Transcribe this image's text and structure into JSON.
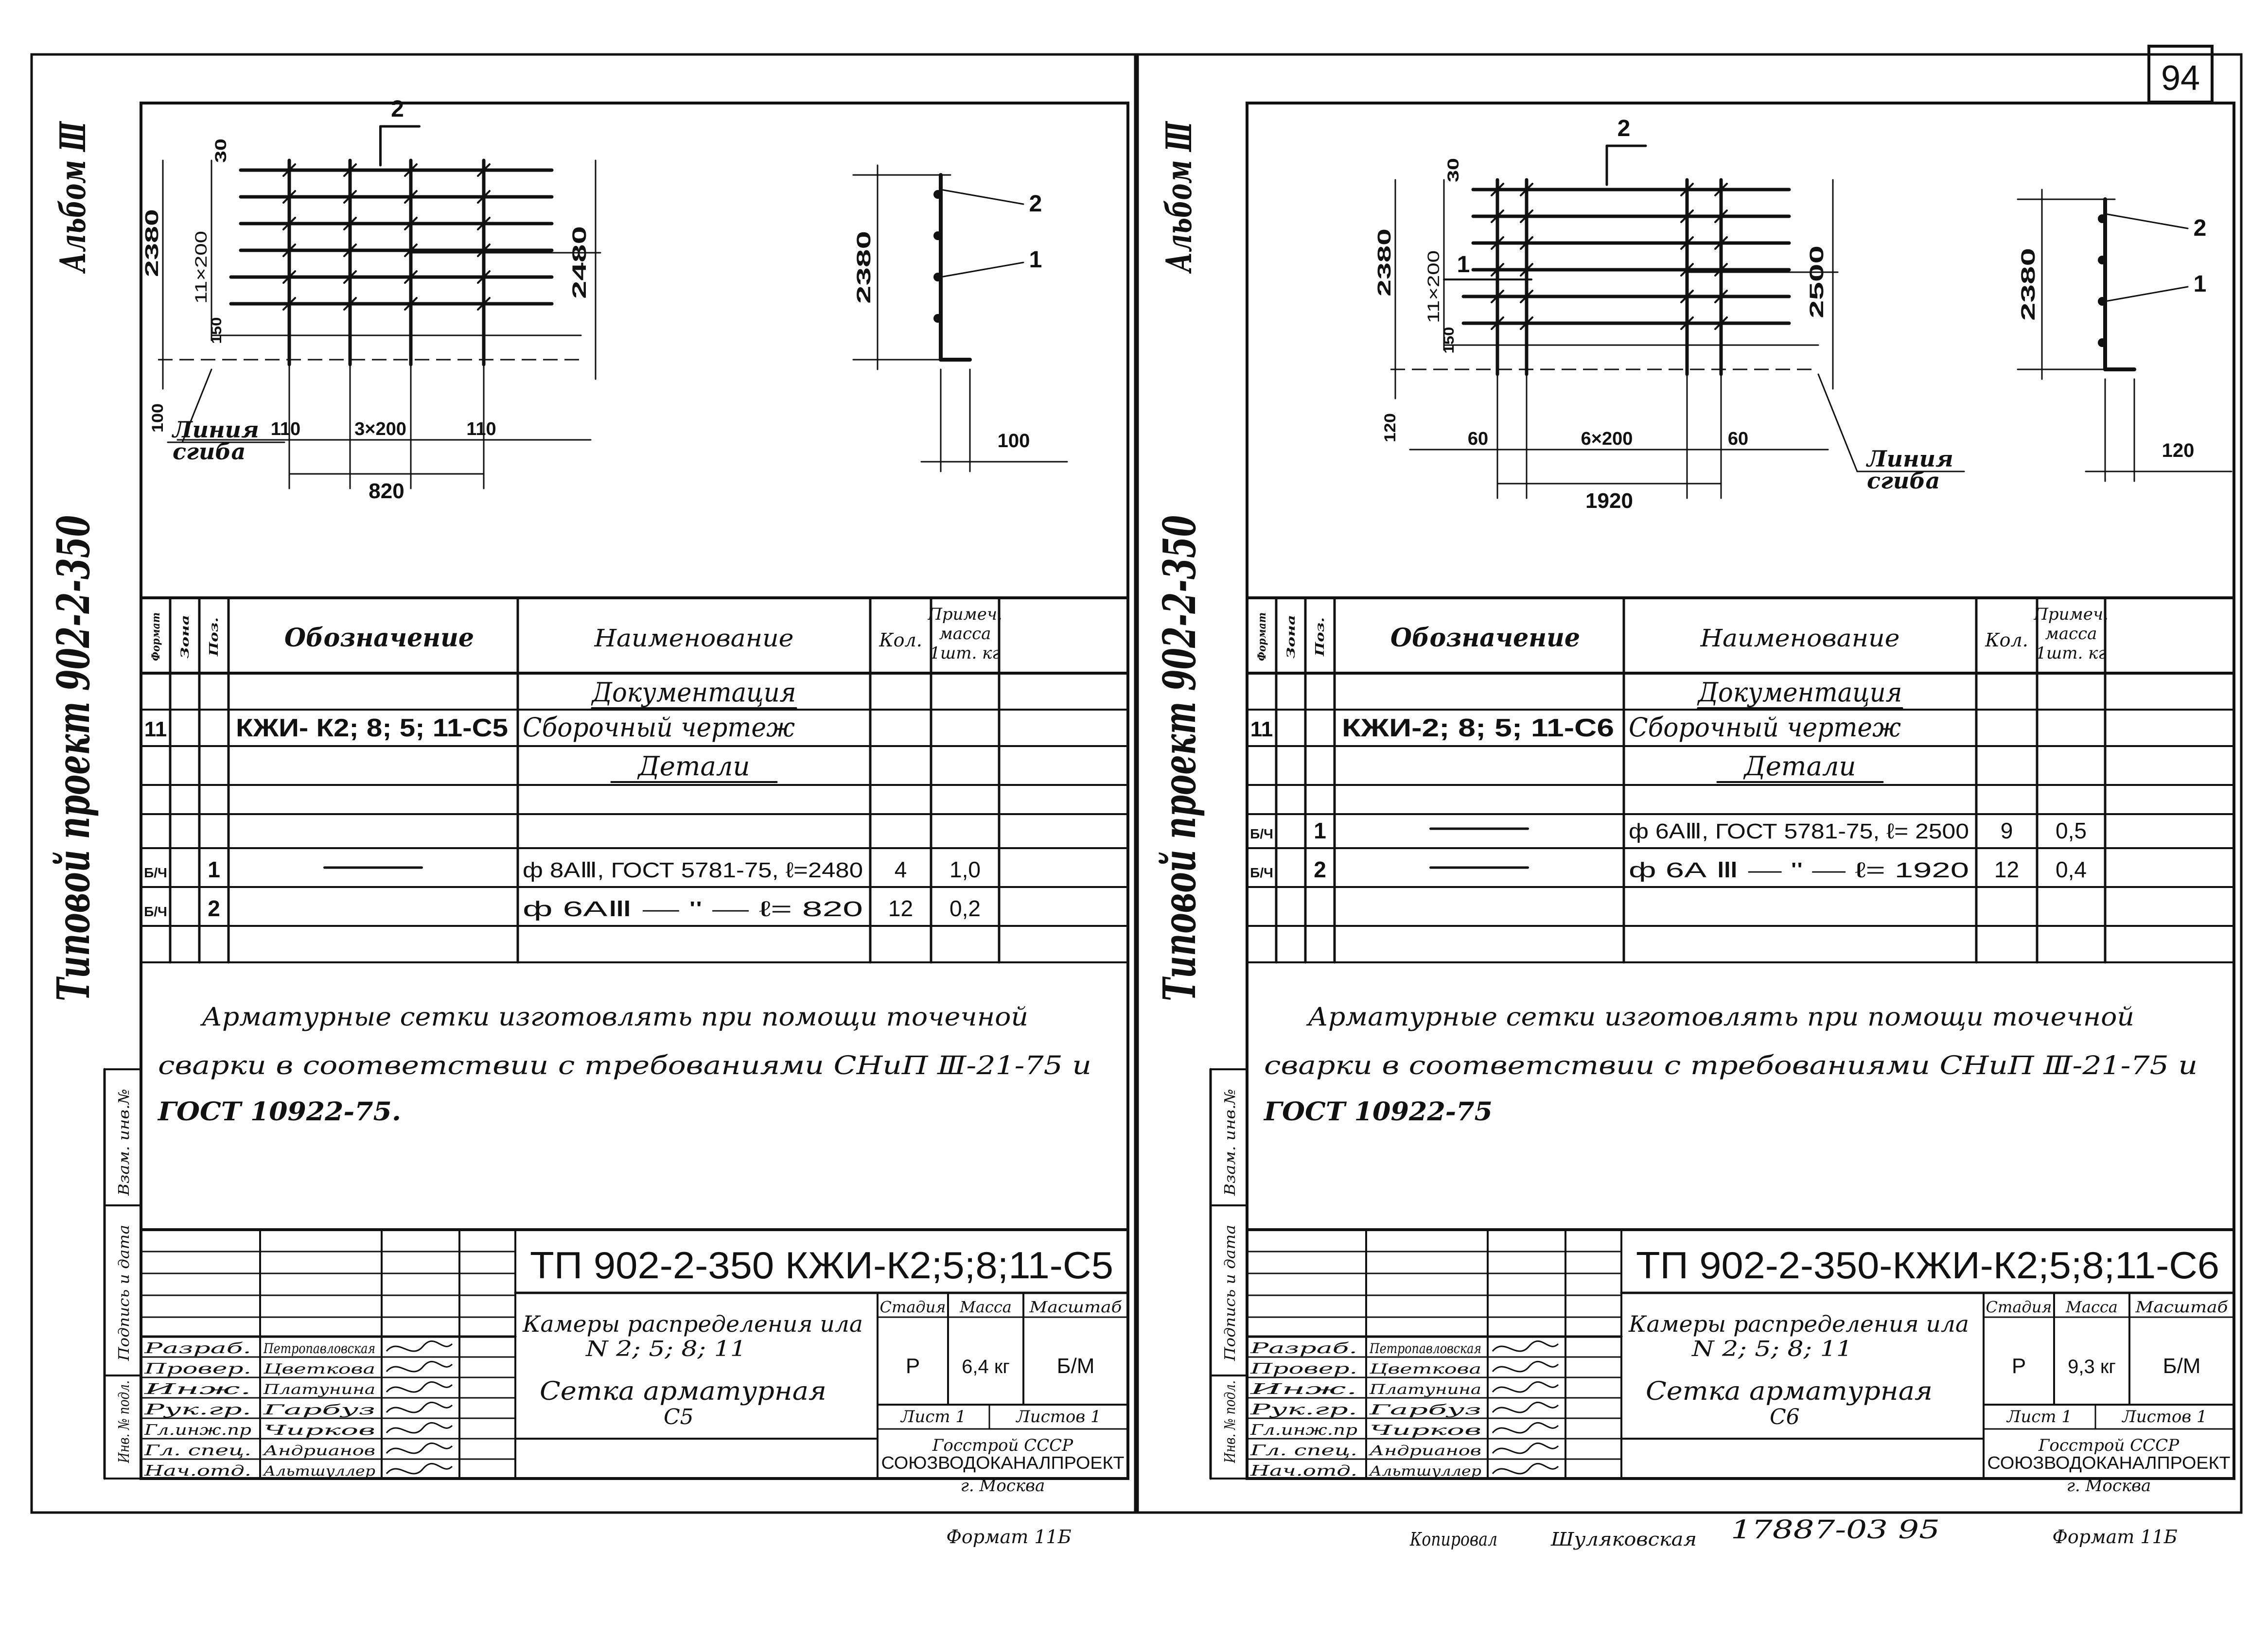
{
  "page_number": "94",
  "sheets": [
    {
      "album": "Альбом Ⅲ",
      "project": "Типовой проект 902-2-350",
      "drawing": {
        "callout_2_top": "2",
        "callout_2_side": "2",
        "callout_1_side": "1",
        "dims": {
          "d30": "30",
          "d2380": "2380",
          "d11x200": "11×200",
          "d150": "150",
          "d100": "100",
          "d110a": "110",
          "d3x200": "3×200",
          "d110b": "110",
          "d820": "820",
          "d2480": "2480",
          "d2380r": "2380",
          "d100r": "100"
        },
        "line_label": [
          "Линия",
          "сгиба"
        ]
      },
      "spec": {
        "headers": {
          "format": "Формат",
          "zone": "Зона",
          "pos": "Поз.",
          "designation": "Обозначение",
          "name": "Наименование",
          "qty": "Кол.",
          "note": [
            "Примеч.",
            "масса",
            "1шт. кг"
          ]
        },
        "sections": {
          "docs": "Документация",
          "details": "Детали"
        },
        "rows": [
          {
            "format": "11",
            "zone": "",
            "pos": "",
            "designation": "КЖИ- К2; 8; 5; 11-С5",
            "name": "Сборочный чертеж",
            "qty": "",
            "note": ""
          },
          {
            "format": "Б/Ч",
            "zone": "",
            "pos": "1",
            "designation": "———",
            "name": "ф 8АⅢ, ГОСТ 5781-75, ℓ=2480",
            "qty": "4",
            "note": "1,0"
          },
          {
            "format": "Б/Ч",
            "zone": "",
            "pos": "2",
            "designation": "",
            "name": "ф 6АⅢ  — \" —  ℓ= 820",
            "qty": "12",
            "note": "0,2"
          }
        ]
      },
      "note_lines": [
        "Арматурные сетки изготовлять при помощи точечной",
        "сварки в соответствии с требованиями СНиП Ⅲ-21-75 и",
        "ГОСТ 10922-75."
      ],
      "title_block": {
        "code": "ТП 902-2-350  КЖИ-К2;5;8;11-С5",
        "object": [
          "Камеры распределения ила",
          "N 2; 5; 8; 11"
        ],
        "item": [
          "Сетка  арматурная",
          "С5"
        ],
        "stage_label": "Стадия",
        "mass_label": "Масса",
        "scale_label": "Масштаб",
        "stage": "Р",
        "mass": "6,4 кг",
        "scale": "Б/М",
        "sheet": "Лист 1",
        "sheets": "Листов  1",
        "org": [
          "Госстрой СССР",
          "СОЮЗВОДОКАНАЛПРОЕКТ",
          "г. Москва"
        ],
        "people": [
          {
            "role": "Разраб.",
            "name": "Петропавловская"
          },
          {
            "role": "Провер.",
            "name": "Цветкова"
          },
          {
            "role": "Инж.",
            "name": "Платунина"
          },
          {
            "role": "Рук.гр.",
            "name": "Гарбуз"
          },
          {
            "role": "Гл.инж.пр",
            "name": "Чирков"
          },
          {
            "role": "Гл. спец.",
            "name": "Андрианов"
          },
          {
            "role": "Нач.отд.",
            "name": "Альтшуллер"
          }
        ]
      },
      "margin_labels": [
        "Инв. № подл.",
        "Подпись и дата",
        "Взам. инв.№"
      ],
      "format": "Формат 11Б"
    },
    {
      "album": "Альбом Ⅲ",
      "project": "Типовой проект 902-2-350",
      "drawing": {
        "callout_2_top": "2",
        "callout_2_side": "2",
        "callout_1_side": "1",
        "callout_1_left": "1",
        "dims": {
          "d30": "30",
          "d2380": "2380",
          "d11x200": "11×200",
          "d150": "150",
          "d120": "120",
          "d60a": "60",
          "d6x200": "6×200",
          "d60b": "60",
          "d1920": "1920",
          "d2500": "2500",
          "d2380r": "2380",
          "d120r": "120"
        },
        "line_label": [
          "Линия",
          "сгиба"
        ]
      },
      "spec": {
        "headers": {
          "format": "Формат",
          "zone": "Зона",
          "pos": "Поз.",
          "designation": "Обозначение",
          "name": "Наименование",
          "qty": "Кол.",
          "note": [
            "Примеч.",
            "масса",
            "1шт. кг"
          ]
        },
        "sections": {
          "docs": "Документация",
          "details": "Детали"
        },
        "rows": [
          {
            "format": "11",
            "zone": "",
            "pos": "",
            "designation": "КЖИ-2; 8; 5; 11-С6",
            "name": "Сборочный чертеж",
            "qty": "",
            "note": ""
          },
          {
            "format": "Б/Ч",
            "zone": "",
            "pos": "1",
            "designation": "———",
            "name": "ф 6АⅢ, ГОСТ 5781-75, ℓ= 2500",
            "qty": "9",
            "note": "0,5"
          },
          {
            "format": "Б/Ч",
            "zone": "",
            "pos": "2",
            "designation": "———",
            "name": "ф 6А Ⅲ  — \" —  ℓ= 1920",
            "qty": "12",
            "note": "0,4"
          }
        ]
      },
      "note_lines": [
        "Арматурные сетки изготовлять при помощи точечной",
        "сварки в соответствии с требованиями СНиП Ⅲ-21-75 и",
        "ГОСТ 10922-75"
      ],
      "title_block": {
        "code": "ТП 902-2-350-КЖИ-К2;5;8;11-С6",
        "object": [
          "Камеры распределения ила",
          "N 2; 5; 8; 11"
        ],
        "item": [
          "Сетка  арматурная",
          "С6"
        ],
        "stage_label": "Стадия",
        "mass_label": "Масса",
        "scale_label": "Масштаб",
        "stage": "Р",
        "mass": "9,3 кг",
        "scale": "Б/М",
        "sheet": "Лист 1",
        "sheets": "Листов  1",
        "org": [
          "Госстрой СССР",
          "СОЮЗВОДОКАНАЛПРОЕКТ",
          "г. Москва"
        ],
        "people": [
          {
            "role": "Разраб.",
            "name": "Петропавловская"
          },
          {
            "role": "Провер.",
            "name": "Цветкова"
          },
          {
            "role": "Инж.",
            "name": "Платунина"
          },
          {
            "role": "Рук.гр.",
            "name": "Гарбуз"
          },
          {
            "role": "Гл.инж.пр",
            "name": "Чирков"
          },
          {
            "role": "Гл. спец.",
            "name": "Андрианов"
          },
          {
            "role": "Нач.отд.",
            "name": "Альтшуллер"
          }
        ]
      },
      "margin_labels": [
        "Инв. № подл.",
        "Подпись и дата",
        "Взам. инв.№"
      ],
      "footer": {
        "copied_label": "Копировал",
        "copied_name": "Шуляковская",
        "doc_no": "17887-03  95"
      },
      "format": "Формат 11Б"
    }
  ]
}
